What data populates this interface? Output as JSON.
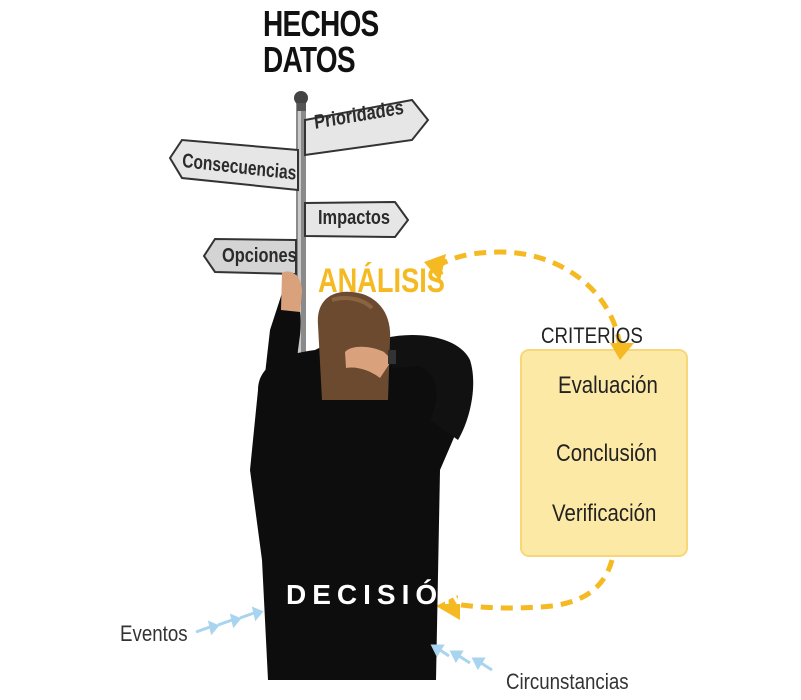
{
  "title_lines": [
    "HECHOS",
    "DATOS"
  ],
  "signs": [
    {
      "label": "Prioridades"
    },
    {
      "label": "Consecuencias"
    },
    {
      "label": "Impactos"
    },
    {
      "label": "Opciones"
    }
  ],
  "analysis_label": "ANÁLISIS",
  "criteria_label": "CRITERIOS",
  "criteria_items": [
    "Evaluación",
    "Conclusión",
    "Verificación"
  ],
  "decision_label": "DECISIÓN",
  "inputs": [
    "Eventos",
    "Circunstancias"
  ],
  "colors": {
    "accent": "#f5b921",
    "box_fill": "#fde9a6",
    "sign_fill": "#e6e6e6",
    "suit": "#0d0d0d",
    "hair": "#6b4a2f",
    "skin": "#d9a27c",
    "input_arrows": "#a8d4ef"
  },
  "icons": [
    "person-at-crossroads-illustration",
    "signpost-icon",
    "dashed-cycle-arrow-icon",
    "small-input-arrows-icon"
  ]
}
